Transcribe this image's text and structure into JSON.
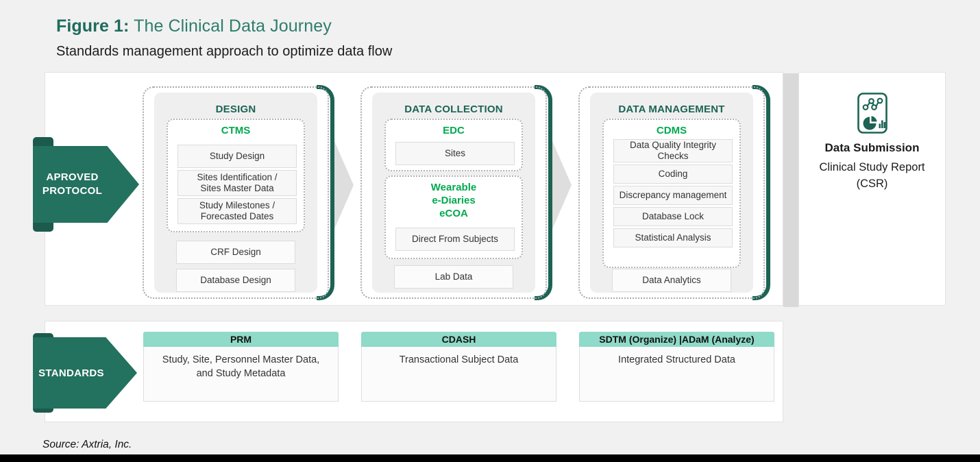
{
  "figure": {
    "number": "Figure 1:",
    "title": "The Clinical Data Journey",
    "subtitle": "Standards management approach to optimize data flow"
  },
  "colors": {
    "dark_teal": "#23715f",
    "deep_teal": "#1c6354",
    "bright_green": "#00a94f",
    "mint": "#8fdac8",
    "gray_arrow": "#dedede",
    "page_bg": "#f1f1f1"
  },
  "inputs": {
    "approved_protocol": "APROVED\nPROTOCOL",
    "approved_protocol_line1": "APROVED",
    "approved_protocol_line2": "PROTOCOL",
    "standards": "STANDARDS"
  },
  "stages": [
    {
      "title": "DESIGN",
      "subgroups": [
        {
          "title": "CTMS",
          "items": [
            "Study Design",
            "Sites Identification /\nSites Master Data",
            "Study Milestones /\nForecasted Dates"
          ]
        }
      ],
      "loose_items": [
        "CRF Design",
        "Database Design"
      ]
    },
    {
      "title": "DATA COLLECTION",
      "subgroups": [
        {
          "title": "EDC",
          "items": [
            "Sites"
          ]
        },
        {
          "title": "Wearable\ne-Diaries\neCOA",
          "items": [
            "Direct From Subjects"
          ]
        }
      ],
      "loose_items": [
        "Lab Data"
      ]
    },
    {
      "title": "DATA MANAGEMENT",
      "subgroups": [
        {
          "title": "CDMS",
          "items": [
            "Data Quality Integrity\nChecks",
            "Coding",
            "Discrepancy management",
            "Database Lock",
            "Statistical Analysis"
          ]
        }
      ],
      "loose_items": [
        "Data Analytics"
      ]
    }
  ],
  "output": {
    "icon": "data-report-icon",
    "title": "Data Submission",
    "subtitle": "Clinical Study Report\n(CSR)",
    "subtitle_line1": "Clinical Study Report",
    "subtitle_line2": "(CSR)"
  },
  "standards_row": [
    {
      "header": "PRM",
      "body": "Study, Site, Personnel Master Data,\nand Study Metadata"
    },
    {
      "header": "CDASH",
      "body": "Transactional Subject Data"
    },
    {
      "header": "SDTM (Organize) |ADaM (Analyze)",
      "body": "Integrated Structured Data"
    }
  ],
  "footer": {
    "source": "Source: Axtria, Inc."
  }
}
